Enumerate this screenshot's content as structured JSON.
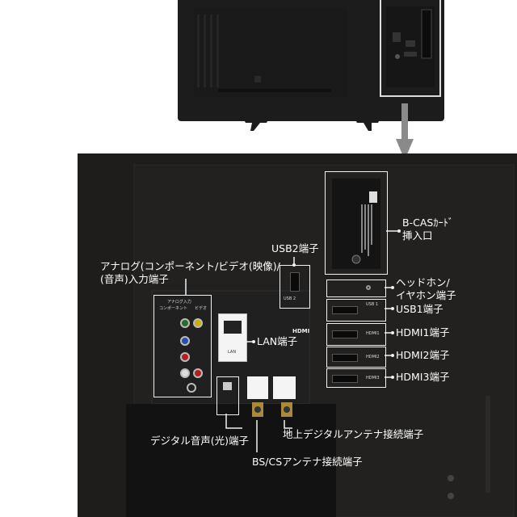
{
  "labels": {
    "bcas": [
      "B-CASｶｰﾄﾞ",
      "挿入口"
    ],
    "usb2": "USB2端子",
    "analog": [
      "アナログ(コンポーネント/ビデオ(映像)/",
      "(音声)入力端子"
    ],
    "headphone": [
      "ヘッドホン/",
      "イヤホン端子"
    ],
    "usb1": "USB1端子",
    "hdmi1": "HDMI1端子",
    "hdmi2": "HDMI2端子",
    "hdmi3": "HDMI3端子",
    "lan": "LAN端子",
    "optical": "デジタル音声(光)端子",
    "terrestrial": "地上デジタルアンテナ接続端子",
    "bscs": "BS/CSアンテナ接続端子"
  },
  "panel_text": {
    "hdmi_logo": "HDMI",
    "usb2": "USB 2",
    "usb1": "USB 1",
    "hdmi1": "HDMI1",
    "hdmi2": "HDMI2",
    "hdmi3": "HDMI3",
    "lan": "LAN",
    "analog_header": "アナログ入力",
    "component": "コンポーネント",
    "video": "ビデオ"
  }
}
